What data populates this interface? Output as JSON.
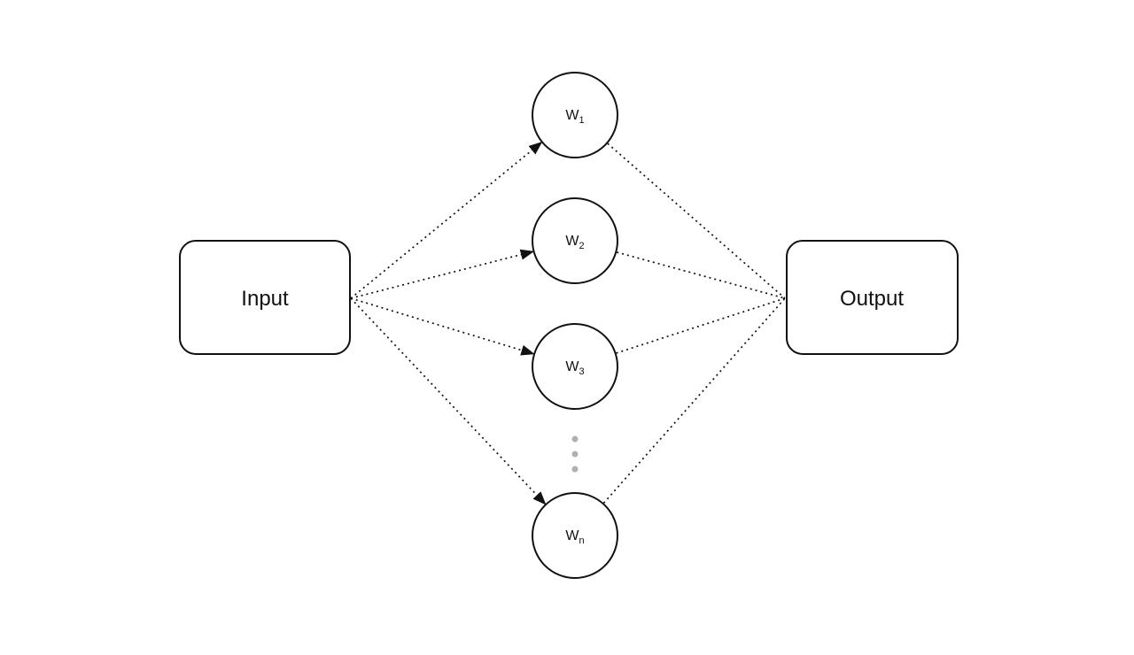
{
  "diagram": {
    "input_label": "Input",
    "output_label": "Output",
    "nodes": [
      {
        "label": "W",
        "sub": "1"
      },
      {
        "label": "W",
        "sub": "2"
      },
      {
        "label": "W",
        "sub": "3"
      },
      {
        "label": "W",
        "sub": "n"
      }
    ],
    "ellipsis": {
      "description": "vertical three-dot ellipsis between W3 and Wn",
      "dot_count": 3
    },
    "colors": {
      "stroke": "#111111",
      "background": "#ffffff",
      "ellipsis_dot": "#b0b0b0"
    }
  }
}
